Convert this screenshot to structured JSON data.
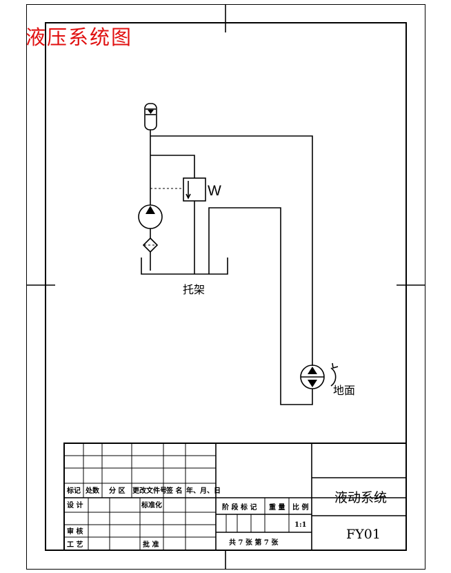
{
  "drawing_title": "液压系统图",
  "labels": {
    "valve_w": "W",
    "bracket": "托架",
    "ground": "地面"
  },
  "title_block": {
    "col_mark": "标记",
    "col_count": "处数",
    "col_zone": "分 区",
    "col_change_doc": "更改文件号",
    "col_sign": "签 名",
    "col_date": "年、月、日",
    "design": "设 计",
    "standardization": "标准化",
    "review": "审 核",
    "process": "工 艺",
    "approve": "批 准",
    "stage_mark": "阶 段 标 记",
    "weight": "重 量",
    "scale": "比 例",
    "scale_value": "1:1",
    "sheet_info": "共 7   张    第   7 张",
    "drawing_name": "液动系统",
    "drawing_number": "FY01"
  }
}
